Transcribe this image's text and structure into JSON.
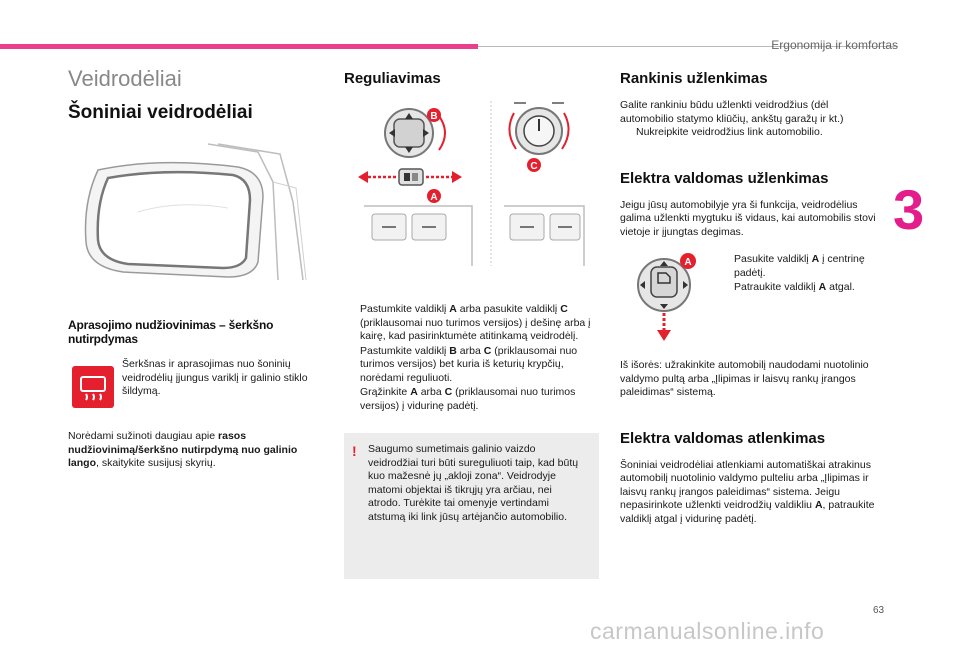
{
  "header": {
    "title": "Ergonomija ir komfortas"
  },
  "chapter_number": "3",
  "page_number": "63",
  "watermark": "carmanualsonline.info",
  "col1": {
    "section_title": "Veidrodėliai",
    "heading": "Šoniniai veidrodėliai",
    "subheading": "Aprasojimo nudžiovinimas – šerkšno nutirpdymas",
    "defrost_text": "Šerkšnas ir aprasojimas nuo šoninių veidrodėlių įjungus variklį ir galinio stiklo šildymą.",
    "note_prefix": "Norėdami sužinoti daugiau apie ",
    "note_bold": "rasos nudžiovinimą/šerkšno nutirpdymą nuo galinio lango",
    "note_suffix": ", skaitykite susijusį skyrių."
  },
  "col2": {
    "heading": "Reguliavimas",
    "bullets": [
      {
        "parts": [
          "Pastumkite valdiklį ",
          "A",
          " arba pasukite valdiklį ",
          "C",
          " (priklausomai nuo turimos versijos) į dešinę arba į kairę, kad pasirinktumėte atitinkamą veidrodėlį."
        ]
      },
      {
        "parts": [
          "Pastumkite valdiklį ",
          "B",
          " arba ",
          "C",
          " (priklausomai nuo turimos versijos) bet kuria iš keturių krypčių, norėdami reguliuoti."
        ]
      },
      {
        "parts": [
          "Grąžinkite ",
          "A",
          " arba ",
          "C",
          " (priklausomai nuo turimos versijos) į vidurinę padėtį."
        ]
      }
    ],
    "warning": "Saugumo sumetimais galinio vaizdo veidrodžiai turi būti sureguliuoti taip, kad būtų kuo mažesnė jų „akloji zona“. Veidrodyje matomi objektai iš tikrųjų yra arčiau, nei atrodo. Turėkite tai omenyje vertindami atstumą iki link jūsų artėjančio automobilio.",
    "labels": {
      "a": "A",
      "b": "B",
      "c": "C"
    }
  },
  "col3": {
    "manual_heading": "Rankinis užlenkimas",
    "manual_text": "Galite rankiniu būdu užlenkti veidrodžius (dėl automobilio statymo kliūčių, ankštų garažų ir kt.)",
    "manual_bullet": "Nukreipkite veidrodžius link automobilio.",
    "electric_fold_heading": "Elektra valdomas užlenkimas",
    "electric_fold_text": "Jeigu jūsų automobilyje yra ši funkcija, veidrodėlius galima užlenkti mygtuku iš vidaus, kai automobilis stovi vietoje ir įjungtas degimas.",
    "fold_bullet_1_prefix": "Pasukite valdiklį ",
    "fold_bullet_1_bold": "A",
    "fold_bullet_1_suffix": " į centrinę padėtį.",
    "fold_bullet_2_prefix": "Patraukite valdiklį ",
    "fold_bullet_2_bold": "A",
    "fold_bullet_2_suffix": " atgal.",
    "outside_text": "Iš išorės: užrakinkite automobilį naudodami nuotolinio valdymo pultą arba „Įlipimas ir laisvų rankų įrangos paleidimas“ sistemą.",
    "unfold_heading": "Elektra valdomas atlenkimas",
    "unfold_text_prefix": "Šoniniai veidrodėliai atlenkiami automatiškai atrakinus automobilį nuotolinio valdymo pulteliu arba „Įlipimas ir laisvų rankų įrangos paleidimas“ sistema. Jeigu nepasirinkote užlenkti veidrodžių valdikliu ",
    "unfold_text_bold": "A",
    "unfold_text_suffix": ", patraukite valdiklį atgal į vidurinę padėtį.",
    "label_a": "A"
  },
  "bullet_symbol": "",
  "colors": {
    "accent": "#e31e8c",
    "red": "#e5202e",
    "warning_bg": "#ececec"
  }
}
